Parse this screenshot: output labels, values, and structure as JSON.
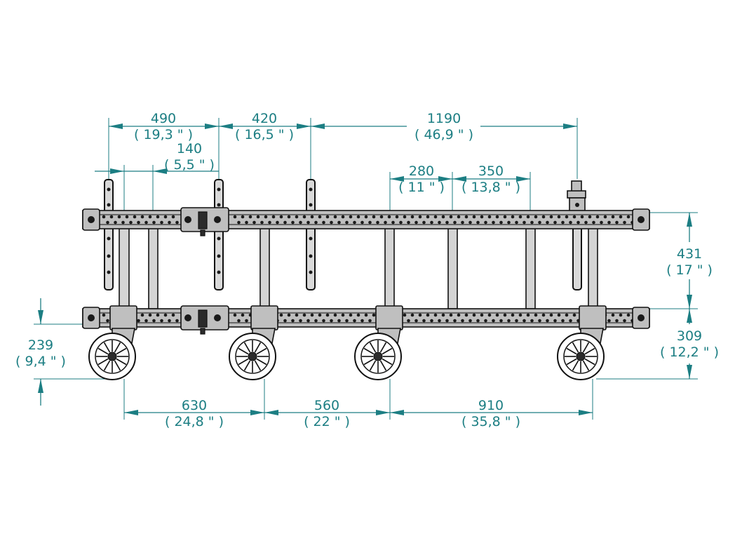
{
  "drawing": {
    "colors": {
      "dimension": "#1c7e83",
      "outline": "#111111",
      "steel": "#bfbfbf"
    },
    "dimensions": {
      "top_490": {
        "mm": "490",
        "inch": "( 19,3 \" )"
      },
      "top_420": {
        "mm": "420",
        "inch": "( 16,5 \" )"
      },
      "top_1190": {
        "mm": "1190",
        "inch": "( 46,9 \" )"
      },
      "top_140": {
        "mm": "140",
        "inch": "( 5,5 \" )"
      },
      "top_280": {
        "mm": "280",
        "inch": "( 11 \" )"
      },
      "top_350": {
        "mm": "350",
        "inch": "( 13,8 \" )"
      },
      "right_431": {
        "mm": "431",
        "inch": "( 17 \" )"
      },
      "right_309": {
        "mm": "309",
        "inch": "( 12,2 \" )"
      },
      "left_239": {
        "mm": "239",
        "inch": "( 9,4 \" )"
      },
      "bottom_630": {
        "mm": "630",
        "inch": "( 24,8 \" )"
      },
      "bottom_560": {
        "mm": "560",
        "inch": "( 22 \" )"
      },
      "bottom_910": {
        "mm": "910",
        "inch": "( 35,8 \" )"
      }
    }
  }
}
